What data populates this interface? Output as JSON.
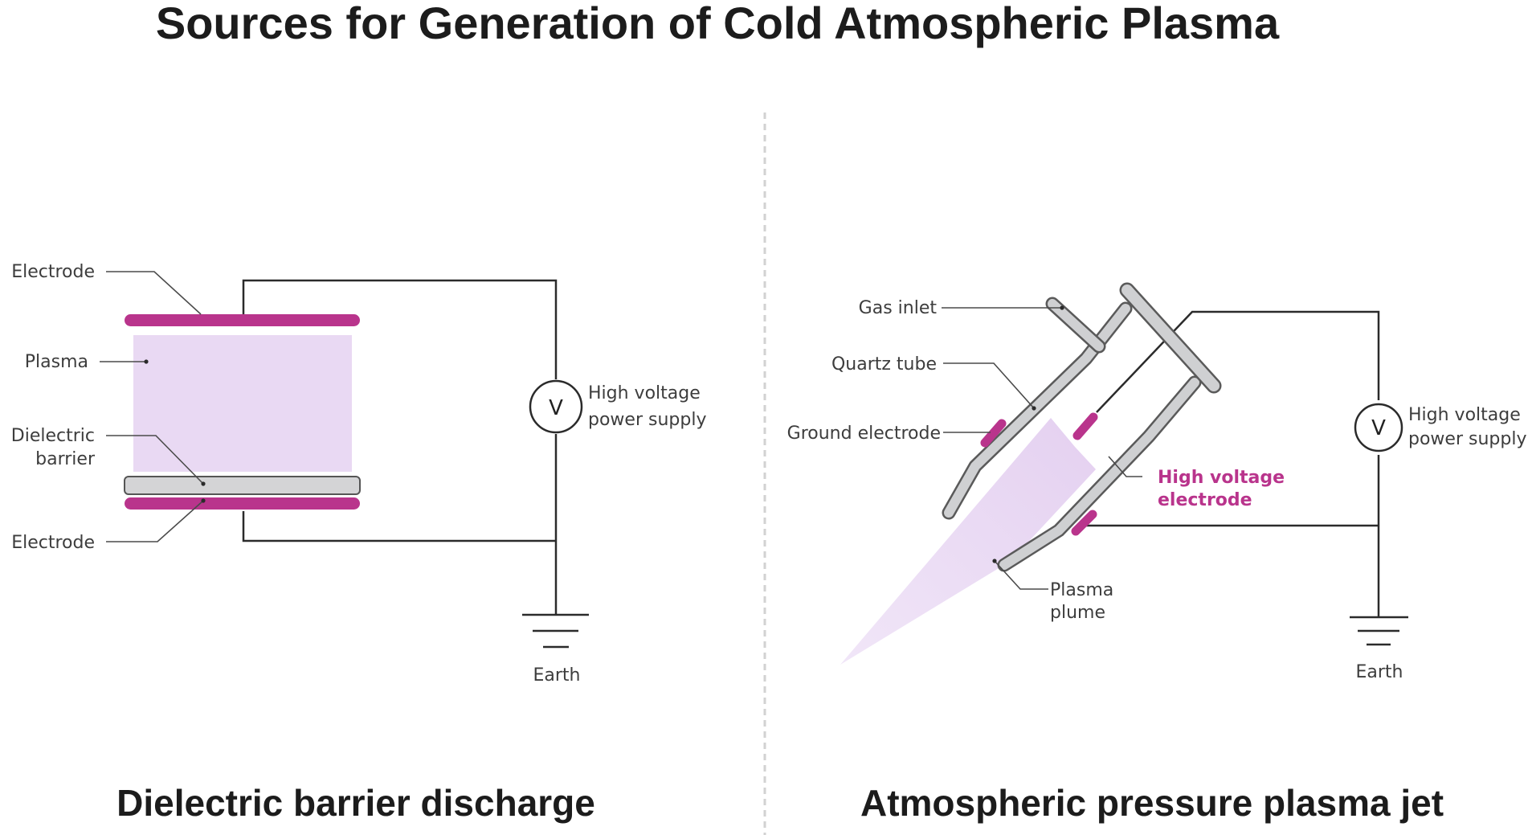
{
  "title": "Sources for Generation of Cold Atmospheric Plasma",
  "colors": {
    "electrode": "#b9348c",
    "plasma": "#e9d9f3",
    "dielectric": "#d4d4d6",
    "quartz": "#cfd0d2",
    "wire": "#2b2b2b",
    "leader": "#4a4a4a"
  },
  "dbd": {
    "caption": "Dielectric barrier discharge",
    "labels": {
      "electrode_top": "Electrode",
      "plasma": "Plasma",
      "dielectric_line1": "Dielectric",
      "dielectric_line2": "barrier",
      "electrode_bottom": "Electrode",
      "hv_line1": "High voltage",
      "hv_line2": "power supply",
      "earth": "Earth",
      "voltmeter": "V"
    }
  },
  "jet": {
    "caption": "Atmospheric pressure plasma jet",
    "labels": {
      "gas_inlet": "Gas inlet",
      "quartz_tube": "Quartz tube",
      "ground_electrode": "Ground electrode",
      "hv_electrode_line1": "High voltage",
      "hv_electrode_line2": "electrode",
      "plasma_plume_line1": "Plasma",
      "plasma_plume_line2": "plume",
      "hv_line1": "High voltage",
      "hv_line2": "power supply",
      "earth": "Earth",
      "voltmeter": "V"
    }
  }
}
